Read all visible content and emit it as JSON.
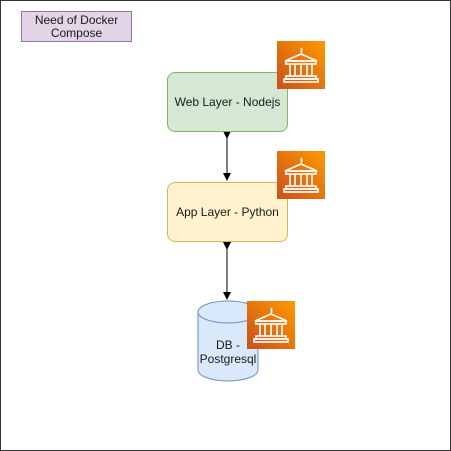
{
  "title": {
    "line1": "Need of Docker",
    "line2": "Compose"
  },
  "nodes": {
    "web": {
      "label": "Web Layer - Nodejs"
    },
    "app": {
      "label": "App Layer - Python"
    },
    "db": {
      "line1": "DB -",
      "line2": "Postgresql"
    }
  },
  "colors": {
    "title_fill": "#e1d5e7",
    "title_stroke": "#9673a6",
    "web_fill": "#d5e8d4",
    "web_stroke": "#82b366",
    "app_fill": "#fff2cc",
    "app_stroke": "#d6b656",
    "db_fill": "#dae8fc",
    "db_stroke": "#6c8ebf",
    "icon_accent": "#ed7100"
  },
  "icons": [
    "container-registry-icon",
    "container-registry-icon",
    "container-registry-icon"
  ]
}
